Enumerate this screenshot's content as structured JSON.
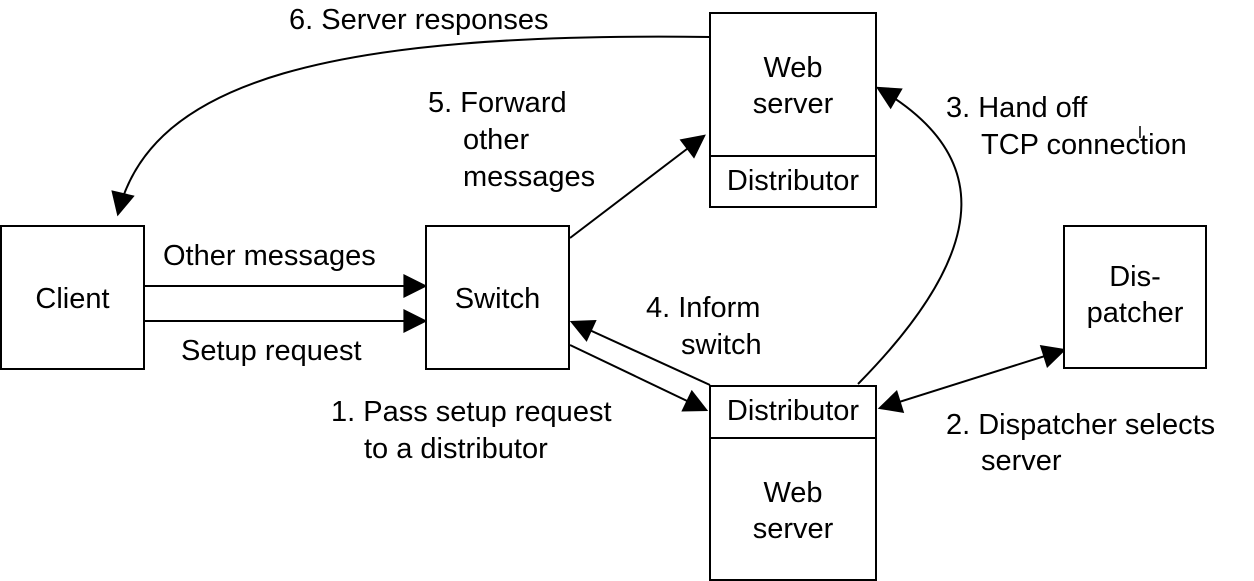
{
  "nodes": {
    "client": "Client",
    "switch": "Switch",
    "dispatcher_line1": "Dis-",
    "dispatcher_line2": "patcher",
    "web_server_top_line1": "Web",
    "web_server_top_line2": "server",
    "distributor_top": "Distributor",
    "distributor_bottom": "Distributor",
    "web_server_bottom_line1": "Web",
    "web_server_bottom_line2": "server"
  },
  "edges": {
    "other_messages": "Other messages",
    "setup_request": "Setup request",
    "step1_line1": "1. Pass setup request",
    "step1_line2": "to a distributor",
    "step2_line1": "2. Dispatcher selects",
    "step2_line2": "server",
    "step3_line1": "3. Hand off",
    "step3_line2": "TCP connection",
    "step4_line1": "4. Inform",
    "step4_line2": "switch",
    "step5_line1": "5. Forward",
    "step5_line2": "other",
    "step5_line3": "messages",
    "step6": "6. Server responses"
  }
}
